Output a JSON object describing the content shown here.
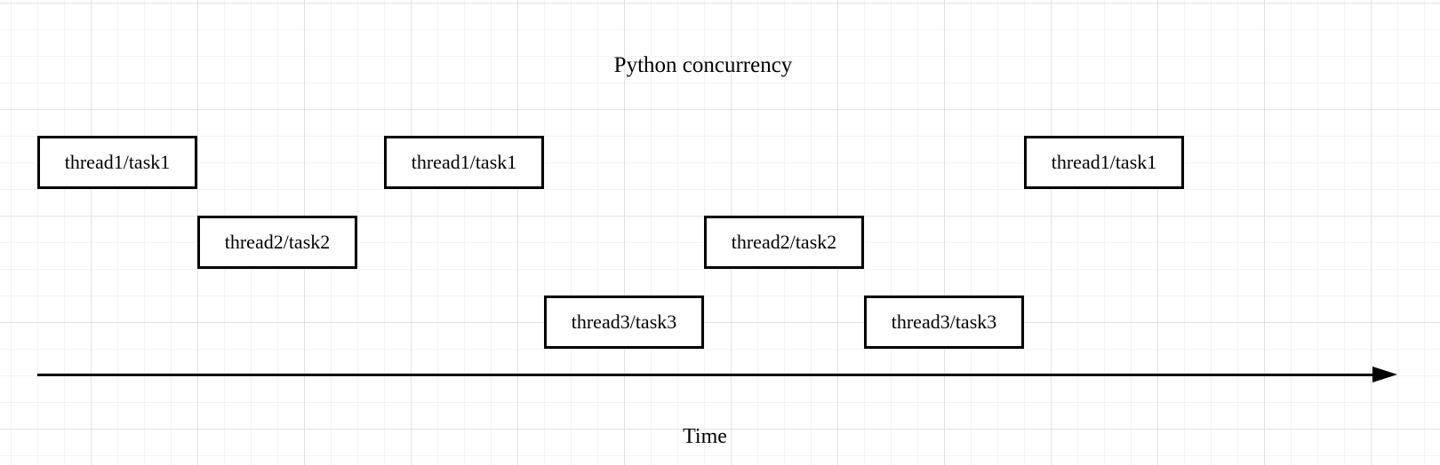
{
  "title": "Python concurrency",
  "time_axis": {
    "label": "Time",
    "direction": "right"
  },
  "threads": [
    "thread1",
    "thread2",
    "thread3"
  ],
  "boxes": [
    {
      "label": "thread1/task1",
      "thread": "thread1",
      "order": 1
    },
    {
      "label": "thread2/task2",
      "thread": "thread2",
      "order": 2
    },
    {
      "label": "thread1/task1",
      "thread": "thread1",
      "order": 3
    },
    {
      "label": "thread3/task3",
      "thread": "thread3",
      "order": 4
    },
    {
      "label": "thread2/task2",
      "thread": "thread2",
      "order": 5
    },
    {
      "label": "thread3/task3",
      "thread": "thread3",
      "order": 6
    },
    {
      "label": "thread1/task1",
      "thread": "thread1",
      "order": 7
    }
  ],
  "colors": {
    "background": "#ffffff",
    "grid_minor": "#f3f3f3",
    "grid_major": "#e3e3e3",
    "box_border": "#000000",
    "box_fill": "#ffffff",
    "text": "#000000",
    "axis": "#000000"
  }
}
